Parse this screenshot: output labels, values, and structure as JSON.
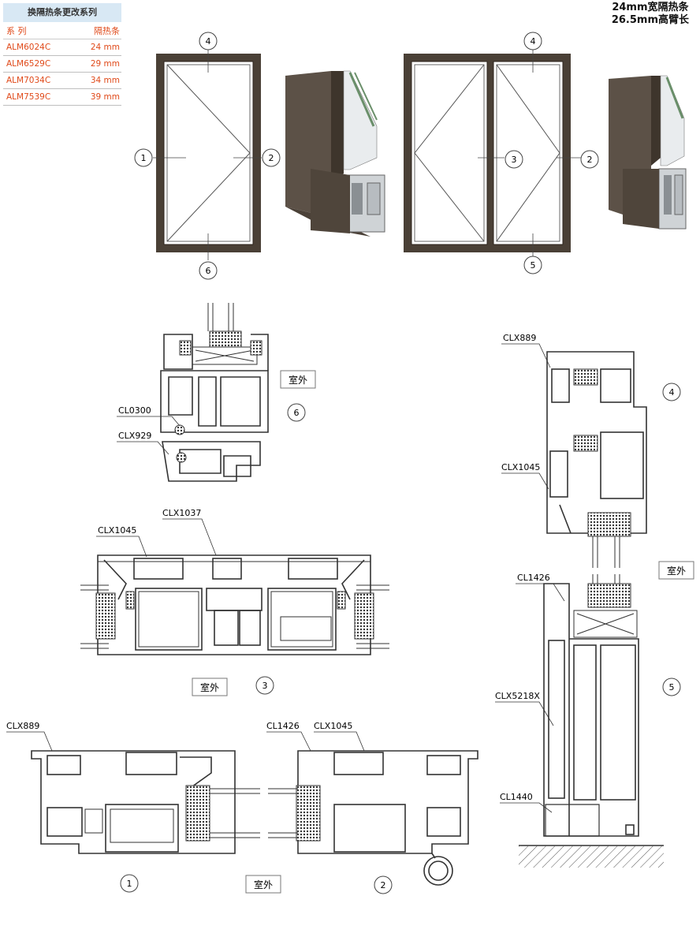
{
  "series_table": {
    "title": "换隔热条更改系列",
    "header_series": "系 列",
    "header_strip": "隔热条",
    "rows": [
      {
        "series": "ALM6024C",
        "strip": "24 mm"
      },
      {
        "series": "ALM6529C",
        "strip": "29 mm"
      },
      {
        "series": "ALM7034C",
        "strip": "34 mm"
      },
      {
        "series": "ALM7539C",
        "strip": "39 mm"
      }
    ]
  },
  "top_note": {
    "line1": "24mm宽隔热条",
    "line2": "26.5mm高臂长"
  },
  "elevation_markers": {
    "m1": "1",
    "m2": "2",
    "m3": "3",
    "m4": "4",
    "m5": "5",
    "m6": "6"
  },
  "outdoor_label": "室外",
  "section_numbers": {
    "s1": "1",
    "s2": "2",
    "s3": "3",
    "s4": "4",
    "s5": "5",
    "s6": "6"
  },
  "profile_labels": {
    "cl0300": "CL0300",
    "clx929": "CLX929",
    "clx1045": "CLX1045",
    "clx1037": "CLX1037",
    "clx889": "CLX889",
    "cl1426": "CL1426",
    "clx5218x": "CLX5218X",
    "cl1440": "CL1440"
  },
  "colors": {
    "frame": "#4a4036",
    "frame_dark": "#3a3129",
    "line": "#333333",
    "accent": "#e04a1a",
    "table_head": "#d8e8f4"
  }
}
